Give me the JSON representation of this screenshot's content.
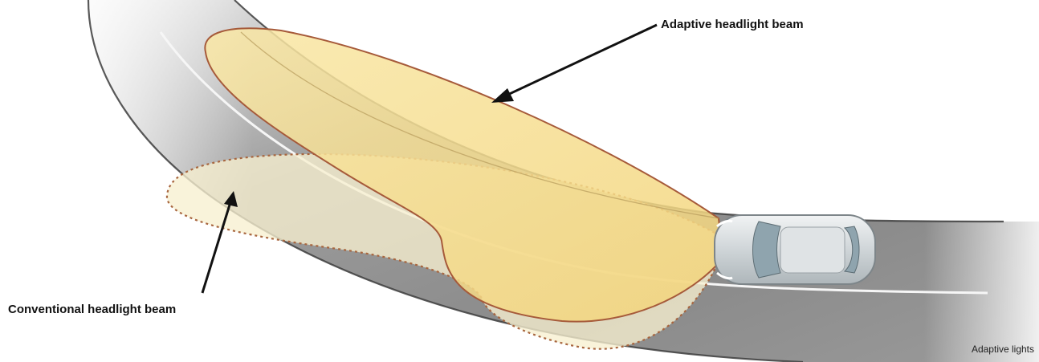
{
  "labels": {
    "adaptive": "Adaptive headlight beam",
    "conventional": "Conventional headlight beam"
  },
  "caption": "Adaptive lights",
  "colors": {
    "road": "#8f8f8f",
    "road_edge": "#444444",
    "lane_line": "#f4f4f4",
    "adaptive_beam": "#f6dc87",
    "conventional_beam": "#f7efcf",
    "beam_outline": "#a65a3a",
    "car_body": "#d9dde0",
    "car_glass": "#8fa4ae"
  }
}
